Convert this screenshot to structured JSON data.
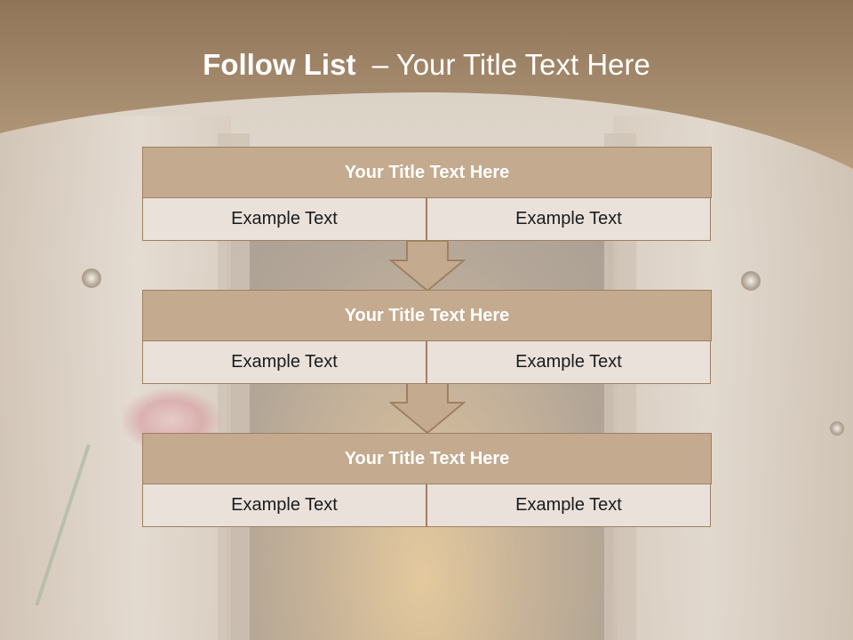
{
  "slide": {
    "title_bold": "Follow List",
    "title_rest": "  – Your Title Text Here"
  },
  "blocks": [
    {
      "title": "Your Title Text Here",
      "left": "Example Text",
      "right": "Example Text"
    },
    {
      "title": "Your Title Text Here",
      "left": "Example Text",
      "right": "Example Text"
    },
    {
      "title": "Your Title Text Here",
      "left": "Example Text",
      "right": "Example Text"
    }
  ],
  "colors": {
    "header": "#a4896a",
    "block_title": "#c4aa8e",
    "block_cell": "#e9e1da",
    "border": "#9e8163"
  },
  "icons": [
    "down-arrow-icon",
    "down-arrow-icon"
  ]
}
